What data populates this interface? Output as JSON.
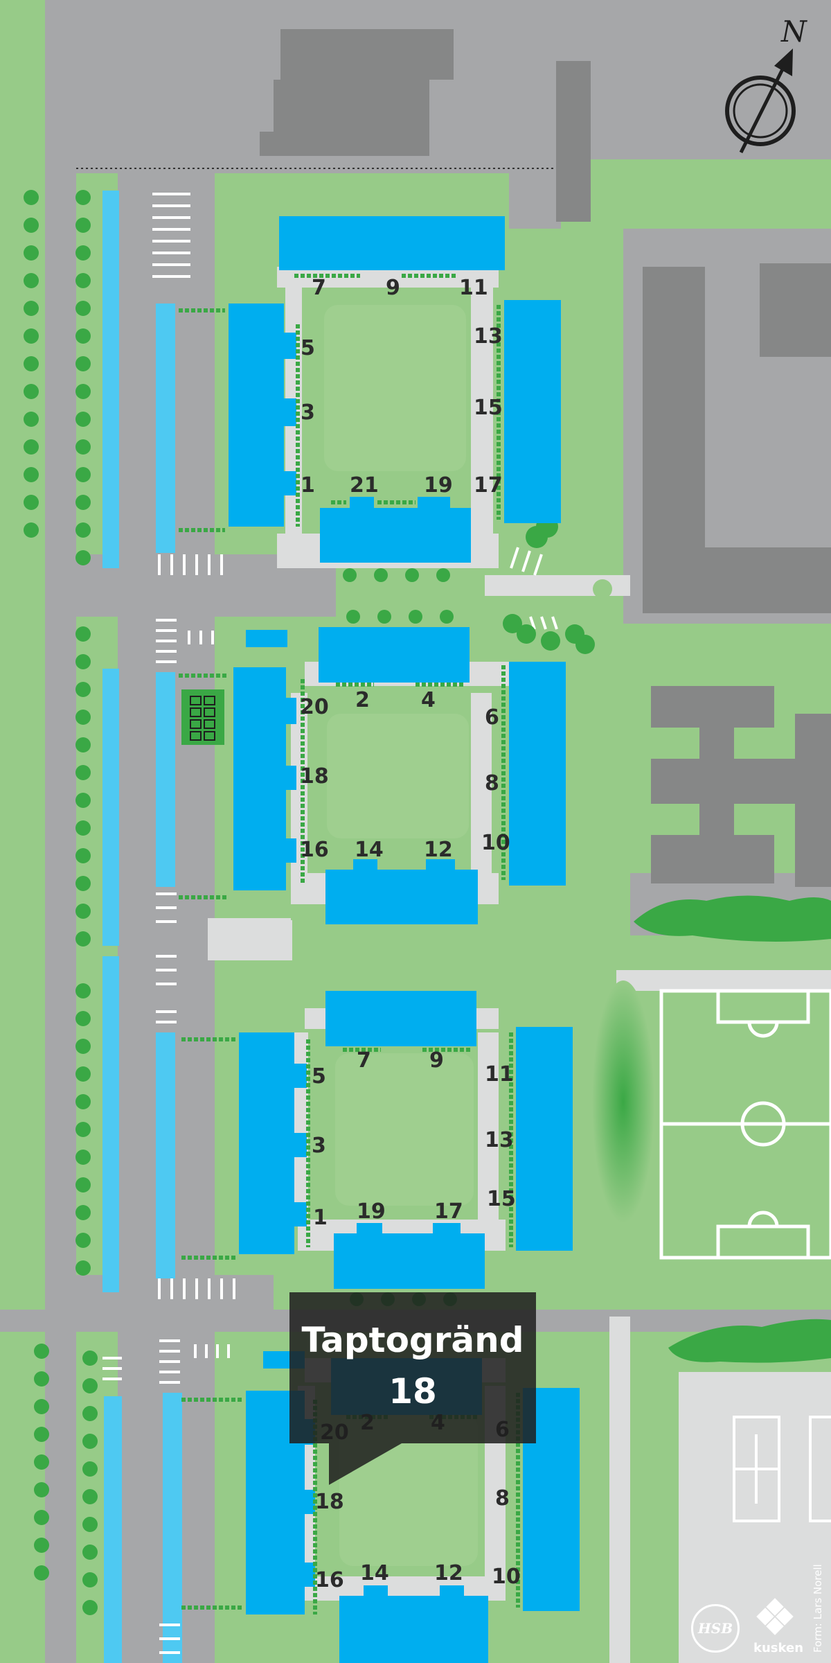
{
  "compass": {
    "letter": "N"
  },
  "callout": {
    "street": "Taptogränd",
    "number": "18"
  },
  "blocks": [
    {
      "name": "block-1",
      "numbers": [
        "7",
        "9",
        "11",
        "13",
        "15",
        "17",
        "19",
        "21",
        "1",
        "3",
        "5"
      ]
    },
    {
      "name": "block-2",
      "numbers": [
        "2",
        "4",
        "6",
        "8",
        "10",
        "12",
        "14",
        "16",
        "18",
        "20"
      ]
    },
    {
      "name": "block-3",
      "numbers": [
        "7",
        "9",
        "11",
        "13",
        "15",
        "17",
        "19",
        "1",
        "3",
        "5"
      ]
    },
    {
      "name": "block-4",
      "numbers": [
        "2",
        "4",
        "6",
        "8",
        "10",
        "12",
        "14",
        "16",
        "18",
        "20"
      ]
    }
  ],
  "credit": "Form: Lars Norell",
  "logos": {
    "hsb": "HSB",
    "kusken": "kusken"
  },
  "colors": {
    "building": "#00aeef",
    "parking": "#4ec9f2",
    "grass": "#97cb88",
    "road": "#a6a7a9",
    "other_building": "#868787",
    "tree": "#3aa845",
    "callout": "#1e1e1e"
  }
}
